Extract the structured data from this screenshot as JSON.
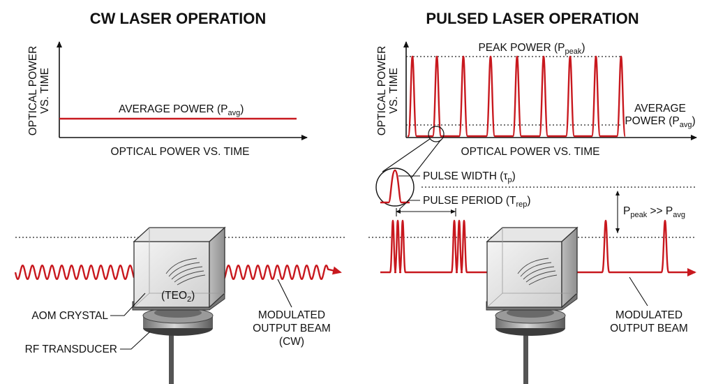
{
  "cw": {
    "heading": "CW LASER OPERATION",
    "y_label_1": "OPTICAL POWER",
    "y_label_2": "VS. TIME",
    "x_label": "OPTICAL POWER VS. TIME",
    "avg_label": "AVERAGE POWER (P",
    "avg_sub": "avg",
    "crystal_label": "(TEO",
    "crystal_sub": "2",
    "aom_label": "AOM CRYSTAL",
    "rf_label": "RF TRANSDUCER",
    "output_1": "MODULATED",
    "output_2": "OUTPUT BEAM",
    "output_3": "(CW)"
  },
  "pulsed": {
    "heading": "PULSED LASER OPERATION",
    "y_label_1": "OPTICAL POWER",
    "y_label_2": "VS. TIME",
    "x_label": "OPTICAL POWER VS. TIME",
    "peak_label": "PEAK POWER (P",
    "peak_sub": "peak",
    "avg_label_1": "AVERAGE",
    "avg_label_2": "POWER (P",
    "avg_sub": "avg",
    "pulse_width": "PULSE WIDTH (τ",
    "pulse_width_sub": "p",
    "pulse_period": "PULSE PERIOD (T",
    "pulse_period_sub": "rep",
    "compare_p": "P",
    "compare_peak_sub": "peak",
    "compare_mid": " >> P",
    "compare_avg_sub": "avg",
    "output_1": "MODULATED",
    "output_2": "OUTPUT BEAM"
  },
  "colors": {
    "beam": "#c8181e",
    "ink": "#111111"
  }
}
